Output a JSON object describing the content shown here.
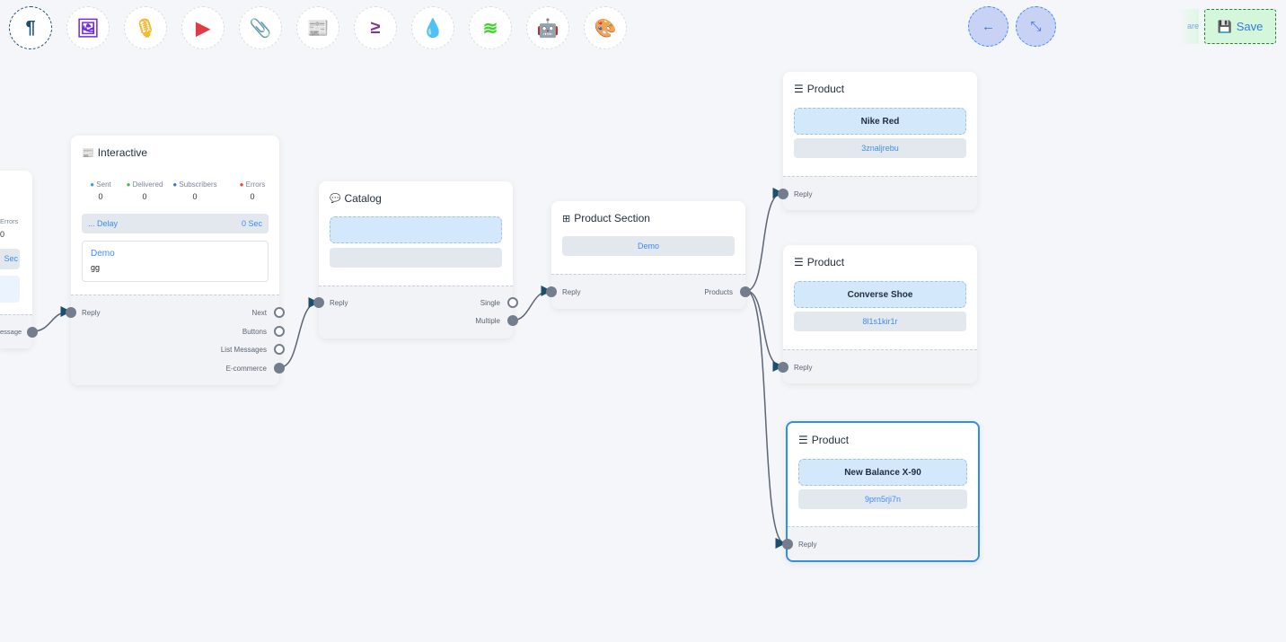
{
  "toolbar": {
    "tools": [
      {
        "name": "paragraph-icon",
        "glyph": "¶",
        "color": "#1c4e6e"
      },
      {
        "name": "image-icon",
        "glyph": "🖼",
        "color": "#6f2ee0"
      },
      {
        "name": "microphone-icon",
        "glyph": "🎙",
        "color": "#f5b82e"
      },
      {
        "name": "youtube-icon",
        "glyph": "▶",
        "color": "#e03a44"
      },
      {
        "name": "paperclip-icon",
        "glyph": "📎",
        "color": "#27a043"
      },
      {
        "name": "newspaper-icon",
        "glyph": "📰",
        "color": "#f07a7a"
      },
      {
        "name": "greater-equal-icon",
        "glyph": "≥",
        "color": "#7b3a8a"
      },
      {
        "name": "droplet-icon",
        "glyph": "💧",
        "color": "#cc1239"
      },
      {
        "name": "stack-overflow-icon",
        "glyph": "≋",
        "color": "#3fd62b"
      },
      {
        "name": "robot-icon",
        "glyph": "🤖",
        "color": "#1a1aff"
      },
      {
        "name": "palette-icon",
        "glyph": "🎨",
        "color": "#27c232"
      }
    ],
    "back_glyph": "←",
    "compress_glyph": "⤡",
    "save_label": "Save",
    "ghost_text": "are"
  },
  "partial_node": {
    "errors_label": "Errors",
    "errors_value": "0",
    "delay_value": "Sec",
    "output_label": "essage"
  },
  "interactive": {
    "title": "Interactive",
    "stats": [
      {
        "label": "Sent",
        "value": "0",
        "color": "#3d9be9"
      },
      {
        "label": "Delivered",
        "value": "0",
        "color": "#3fbf5a"
      },
      {
        "label": "Subscribers",
        "value": "0",
        "color": "#3d6fe0"
      },
      {
        "label": "Errors",
        "value": "0",
        "color": "#f2462e"
      }
    ],
    "delay_label": "... Delay",
    "delay_value": "0 Sec",
    "message_title": "Demo",
    "message_body": "gg",
    "input": "Reply",
    "outputs": [
      "Next",
      "Buttons",
      "List Messages",
      "E-commerce"
    ]
  },
  "catalog": {
    "title": "Catalog",
    "input": "Reply",
    "outputs": [
      "Single",
      "Multiple"
    ]
  },
  "product_section": {
    "title": "Product Section",
    "section": "Demo",
    "input": "Reply",
    "output": "Products"
  },
  "products": [
    {
      "title": "Product",
      "name": "Nike Red",
      "id": "3znaljrebu",
      "input": "Reply"
    },
    {
      "title": "Product",
      "name": "Converse Shoe",
      "id": "8l1s1kir1r",
      "input": "Reply"
    },
    {
      "title": "Product",
      "name": "New Balance X-90",
      "id": "9prn5rji7n",
      "input": "Reply"
    }
  ]
}
